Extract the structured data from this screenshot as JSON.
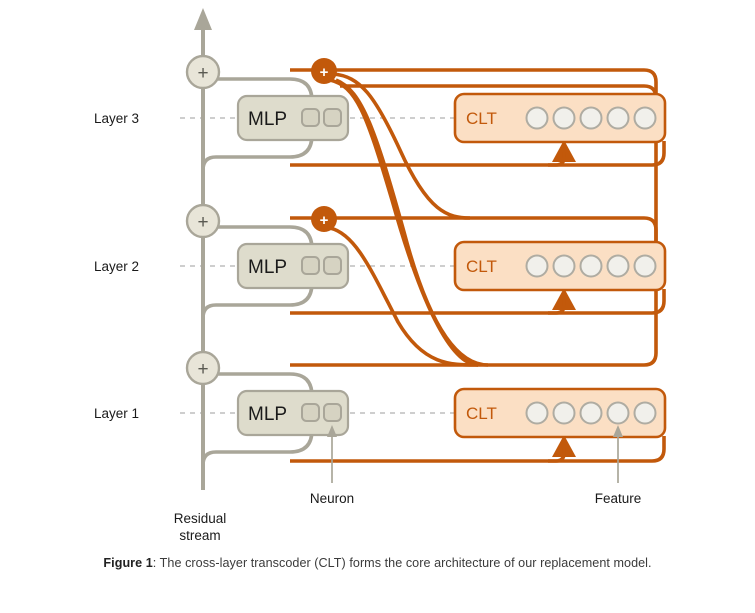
{
  "figure": {
    "caption_prefix": "Figure 1",
    "caption_text": ": The cross-layer transcoder (CLT) forms the core architecture of our replacement model."
  },
  "colors": {
    "orange": "#C2590B",
    "orange_dark": "#B8500A",
    "clt_fill": "#FBDFC4",
    "mlp_fill": "#DEDCCC",
    "mlp_stroke": "#A9A699",
    "gray_line": "#A9A699",
    "node_fill": "#E8E5D8",
    "circle_fill": "#F1F0EB",
    "circle_stroke": "#AFACA2",
    "dash_gray": "#BDBDBD",
    "text_dark": "#1a1a1a",
    "background": "#FFFFFF"
  },
  "layers": [
    {
      "id": "layer-3",
      "label": "Layer 3",
      "mlp_label": "MLP",
      "clt_label": "CLT",
      "neuron_count": 2,
      "feature_count": 5
    },
    {
      "id": "layer-2",
      "label": "Layer 2",
      "mlp_label": "MLP",
      "clt_label": "CLT",
      "neuron_count": 2,
      "feature_count": 5
    },
    {
      "id": "layer-1",
      "label": "Layer 1",
      "mlp_label": "MLP",
      "clt_label": "CLT",
      "neuron_count": 2,
      "feature_count": 5
    }
  ],
  "annotations": {
    "residual_stream_line1": "Residual",
    "residual_stream_line2": "stream",
    "neuron": "Neuron",
    "feature": "Feature"
  },
  "nodes": {
    "plus_symbol": "+",
    "orange_plus_symbol": "+"
  }
}
